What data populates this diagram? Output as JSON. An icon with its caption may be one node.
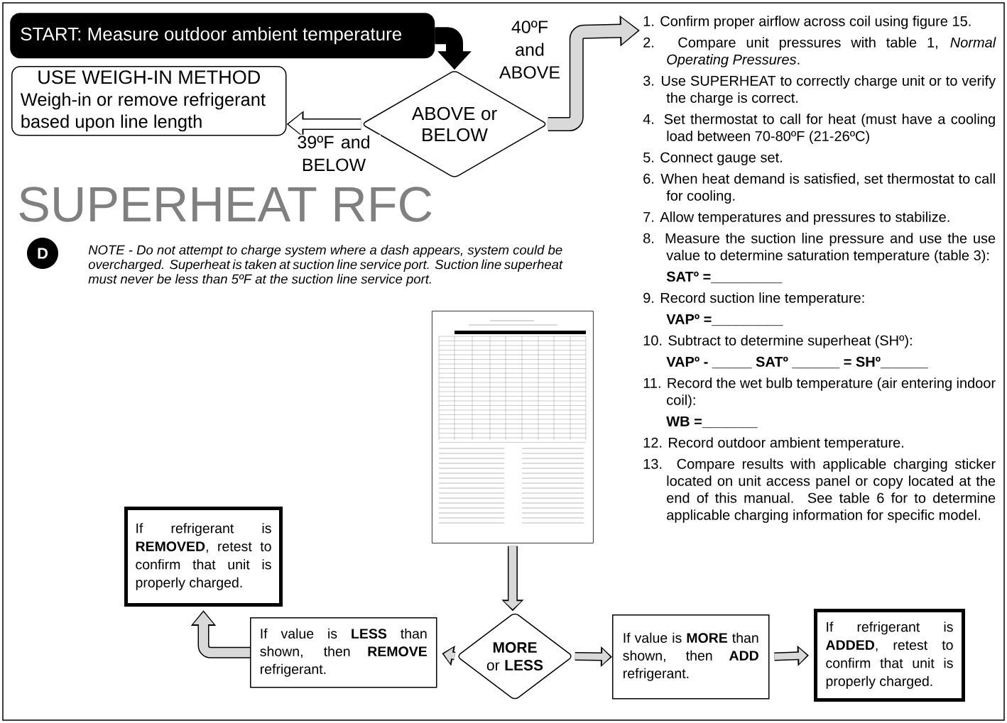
{
  "diagram": {
    "title": "SUPERHEAT RFC",
    "nodes": [
      {
        "text": [
          "START: Measure outdoor ambient temperature"
        ]
      },
      {
        "text": [
          "USE WEIGH-IN METHOD",
          "Weigh-in or remove refrigerant based upon line length"
        ]
      },
      {
        "text": [
          "ABOVE or BELOW"
        ]
      },
      {
        "text": [
          "1. Confirm proper airflow across coil using figure 15.",
          "2. Compare unit pressures with table 1, *Normal Operating Pressures*.",
          "3. Use SUPERHEAT to correctly charge unit or to verify the charge is correct.",
          "4. Set thermostat to call for heat (must have a cooling load between 70-80ºF (21-26ºC)",
          "5. Connect gauge set.",
          "6. When heat demand is satisfied, set thermostat to call for cooling.",
          "7. Allow temperatures and pressures to stabilize.",
          "8. Measure the suction line pressure and use the use value to determine saturation temperature (table 3):",
          "SATº =_________",
          "9. Record suction line temperature:",
          "VAPº =_________",
          "10. Subtract to determine superheat (SHº):",
          "VAPº - _____ SATº ______ = SHº______",
          "11. Record the wet bulb temperature (air entering indoor coil):",
          "WB =_______",
          "12. Record outdoor ambient temperature.",
          "13. Compare results with applicable charging sticker located on unit access panel or copy located at the end of this manual. See table 6 for to determine applicable charging information for specific model."
        ]
      },
      {
        "text": [
          "D"
        ]
      },
      {
        "text": [],
        "shape": "picture"
      },
      {
        "text": [
          "If refrigerant is **REMOVED**, retest to confirm that unit is properly charged."
        ]
      },
      {
        "text": [
          "If value is **LESS** than shown, then **REMOVE** refrigerant."
        ]
      },
      {
        "text": [
          "**MORE** or **LESS**"
        ]
      },
      {
        "text": [
          "If value is **MORE** than shown, then **ADD** refrigerant."
        ]
      },
      {
        "text": [
          "If refrigerant is **ADDED**, retest to confirm that unit is properly charged."
        ]
      }
    ],
    "edges": [
      {
        "from": 0,
        "to": 2,
        "arrow": "to",
        "style": "thick",
        "color": "#000000"
      },
      {
        "from": 2,
        "to": 1,
        "arrow": "to",
        "label": "39ºF and BELOW",
        "color": "#ffffff"
      },
      {
        "from": 2,
        "to": 3,
        "arrow": "to",
        "label": "40ºF and ABOVE"
      },
      {
        "from": 5,
        "to": 8,
        "arrow": "to"
      },
      {
        "from": 8,
        "to": 7,
        "arrow": "to"
      },
      {
        "from": 8,
        "to": 9,
        "arrow": "to"
      },
      {
        "from": 9,
        "to": 10,
        "arrow": "to"
      },
      {
        "from": 7,
        "to": 6,
        "arrow": "to"
      }
    ],
    "labels": [
      "NOTE - Do not attempt to charge system where a dash appears, system could be overcharged. Superheat is taken at suction line service port. Suction line superheat must never be less than 5ºF at the suction line service port."
    ]
  }
}
